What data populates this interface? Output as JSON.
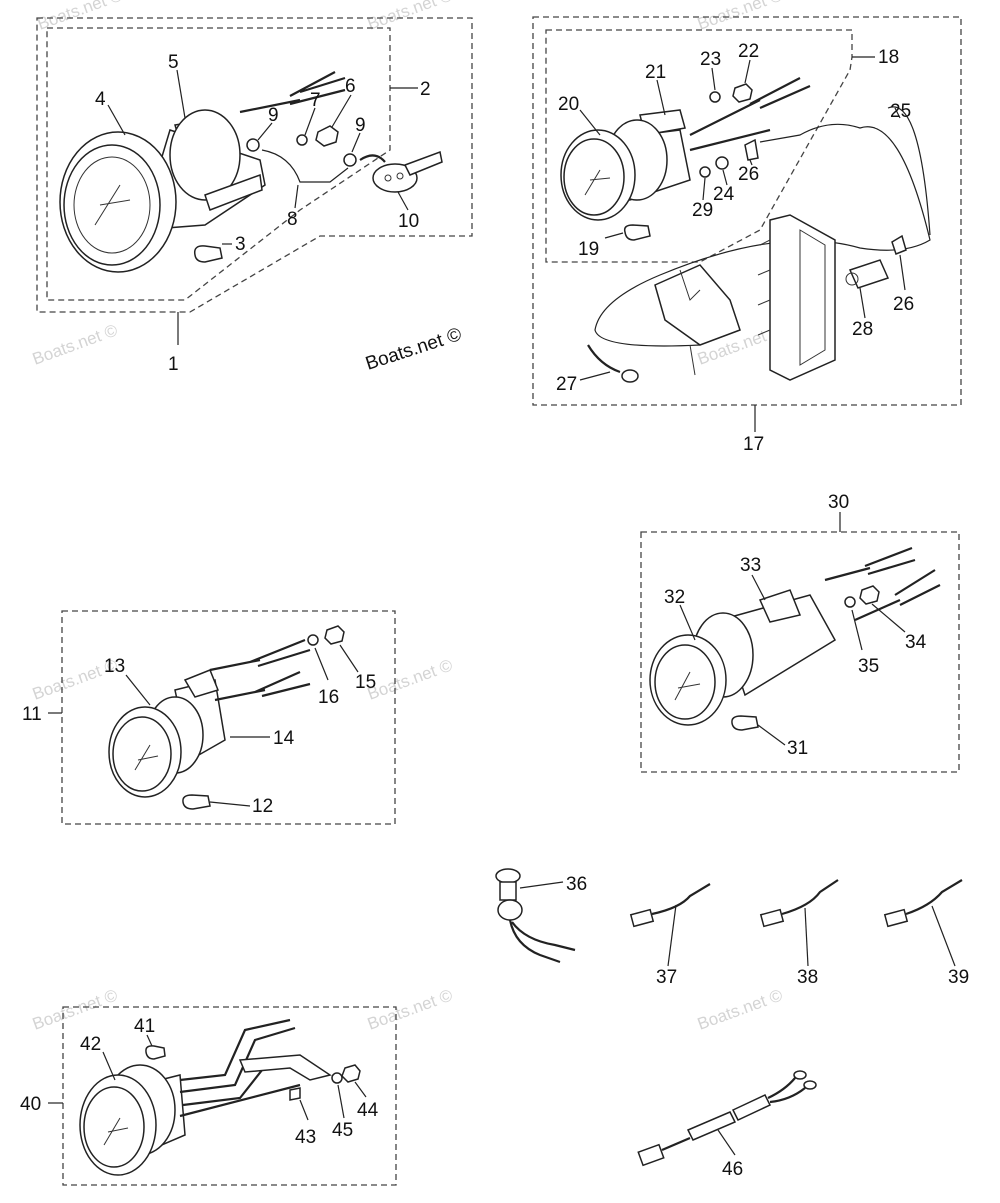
{
  "credit": "Boats.net ©",
  "watermark": "Boats.net ©",
  "callouts": [
    "1",
    "2",
    "3",
    "4",
    "5",
    "6",
    "7",
    "8",
    "9",
    "9",
    "10",
    "11",
    "12",
    "13",
    "14",
    "15",
    "16",
    "17",
    "18",
    "19",
    "20",
    "21",
    "22",
    "23",
    "24",
    "25",
    "26",
    "26",
    "27",
    "28",
    "29",
    "30",
    "31",
    "32",
    "33",
    "34",
    "35",
    "36",
    "37",
    "38",
    "39",
    "40",
    "41",
    "42",
    "43",
    "44",
    "45",
    "46"
  ]
}
